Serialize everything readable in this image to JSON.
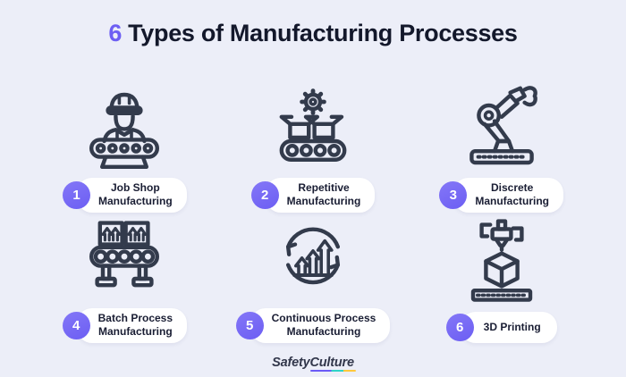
{
  "page": {
    "background_color": "#ECEEF8",
    "accent_color": "#6D5FF3",
    "badge_color": "#7568F5",
    "icon_stroke_color": "#333B4C",
    "text_color": "#13182B",
    "underline_colors": [
      "#6B5AF7",
      "#2FD4C8",
      "#FFC83C"
    ]
  },
  "header": {
    "title_number": "6",
    "title_text": "Types of Manufacturing Processes"
  },
  "items": [
    {
      "number": "1",
      "line1": "Job Shop",
      "line2": "Manufacturing",
      "icon": "worker-conveyor-icon"
    },
    {
      "number": "2",
      "line1": "Repetitive",
      "line2": "Manufacturing",
      "icon": "gear-boxes-conveyor-icon"
    },
    {
      "number": "3",
      "line1": "Discrete",
      "line2": "Manufacturing",
      "icon": "robotic-arm-icon"
    },
    {
      "number": "4",
      "line1": "Batch Process",
      "line2": "Manufacturing",
      "icon": "batch-boxes-conveyor-icon"
    },
    {
      "number": "5",
      "line1": "Continuous Process",
      "line2": "Manufacturing",
      "icon": "cycle-arrows-icon"
    },
    {
      "number": "6",
      "line1": "3D Printing",
      "line2": "",
      "icon": "3d-printer-icon"
    }
  ],
  "footer": {
    "brand_safety": "Safety",
    "brand_culture": "Culture"
  }
}
